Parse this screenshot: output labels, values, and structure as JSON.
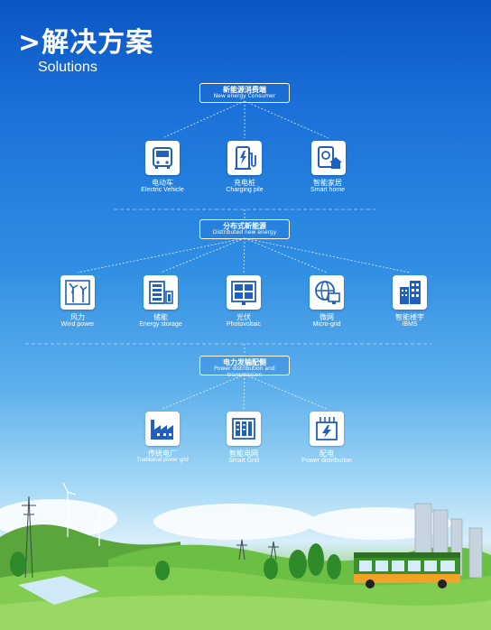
{
  "header": {
    "title": ">解决方案",
    "subtitle": "Solutions"
  },
  "colors": {
    "background_top": "#0b55c6",
    "background_mid": "#5fb1ec",
    "icon_blue": "#1f5fbf",
    "grass": "#53a83a"
  },
  "consumer": {
    "group": {
      "zh": "新能源消费端",
      "en": "New energy Consumer"
    },
    "items": [
      {
        "zh": "电动车",
        "en": "Electric Vehicle",
        "icon": "bus-icon"
      },
      {
        "zh": "充电桩",
        "en": "Charging pile",
        "icon": "charging-pile-icon"
      },
      {
        "zh": "智能家居",
        "en": "Smart home",
        "icon": "smart-home-icon"
      }
    ]
  },
  "distributed": {
    "group": {
      "zh": "分布式新能源",
      "en": "Distributed new energy"
    },
    "items": [
      {
        "zh": "风力",
        "en": "Wind power",
        "icon": "wind-turbine-icon"
      },
      {
        "zh": "储能",
        "en": "Energy storage",
        "icon": "battery-storage-icon"
      },
      {
        "zh": "光伏",
        "en": "Photovoltaic",
        "icon": "solar-panel-icon"
      },
      {
        "zh": "微网",
        "en": "Micro-grid",
        "icon": "micro-grid-icon"
      },
      {
        "zh": "智能楼宇",
        "en": "IBMS",
        "icon": "smart-building-icon"
      }
    ]
  },
  "distribution": {
    "group": {
      "zh": "电力发输配侧",
      "en": "Power distribution and transmission"
    },
    "items": [
      {
        "zh": "传统电厂",
        "en": "Traditional power grid",
        "icon": "power-plant-icon"
      },
      {
        "zh": "智能电网",
        "en": "Smart Grid",
        "icon": "smart-grid-icon"
      },
      {
        "zh": "配电",
        "en": "Power distribution",
        "icon": "power-distribution-icon"
      }
    ]
  }
}
